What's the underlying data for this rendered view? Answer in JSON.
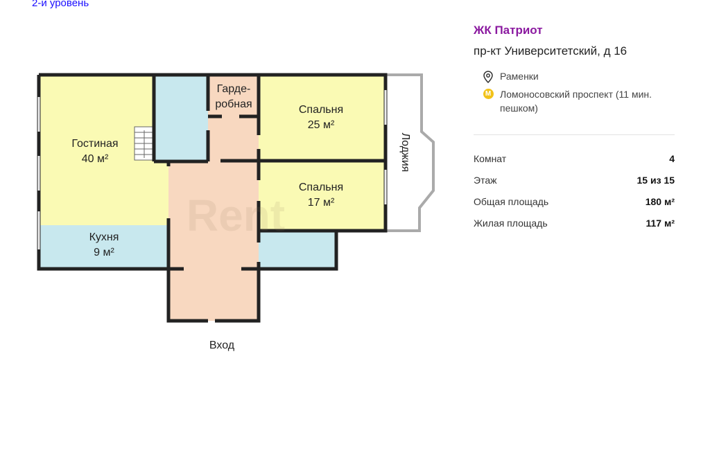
{
  "level_label": "2-и уровень",
  "plan": {
    "rooms": {
      "living": {
        "name": "Гостиная",
        "area": "40 м²"
      },
      "kitchen": {
        "name": "Кухня",
        "area": "9 м²"
      },
      "wardrobe": {
        "line1": "Гарде-",
        "line2": "робная"
      },
      "bedroom1": {
        "name": "Спальня",
        "area": "25 м²"
      },
      "bedroom2": {
        "name": "Спальня",
        "area": "17 м²"
      },
      "loggia": {
        "name": "Лоджия"
      }
    },
    "entrance": "Вход",
    "watermark": "Rent",
    "colors": {
      "living": "#fafab4",
      "wet": "#c8e8ee",
      "hall": "#f8d8c0",
      "wall": "#222222"
    }
  },
  "listing": {
    "complex": "ЖК Патриот",
    "address": "пр-кт Университетский, д 16",
    "district": "Раменки",
    "metro": "Ломоносовский проспект (11 мин. пешком)",
    "metro_icon": "М",
    "params": [
      {
        "label": "Комнат",
        "value": "4"
      },
      {
        "label": "Этаж",
        "value": "15 из 15"
      },
      {
        "label": "Общая площадь",
        "value": "180 м²"
      },
      {
        "label": "Жилая площадь",
        "value": "117 м²"
      }
    ]
  }
}
